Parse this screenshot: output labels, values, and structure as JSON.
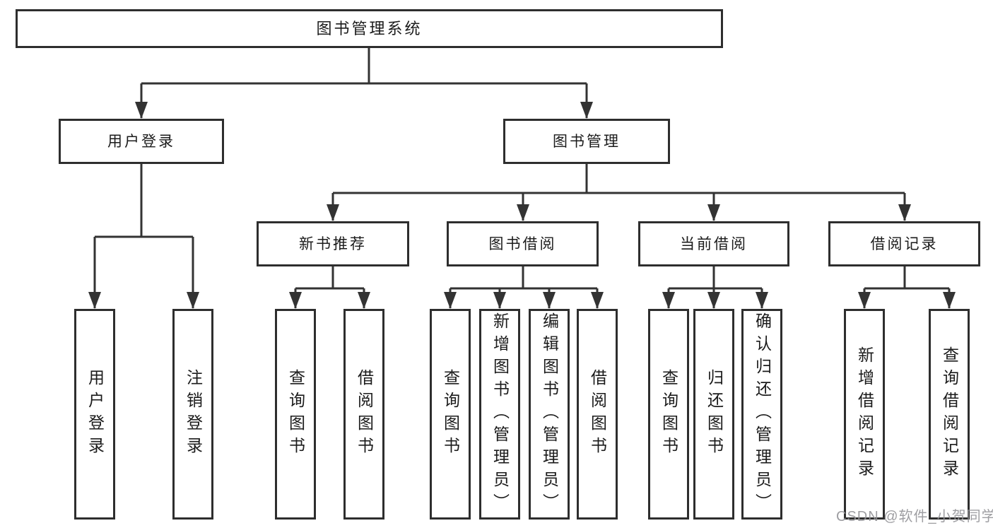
{
  "diagram": {
    "type": "tree",
    "tree": {
      "label": "图书管理系统",
      "children": [
        {
          "label": "用户登录",
          "children": [
            {
              "label": "用户登录"
            },
            {
              "label": "注销登录"
            }
          ]
        },
        {
          "label": "图书管理",
          "children": [
            {
              "label": "新书推荐",
              "children": [
                {
                  "label": "查询图书"
                },
                {
                  "label": "借阅图书"
                }
              ]
            },
            {
              "label": "图书借阅",
              "children": [
                {
                  "label": "查询图书"
                },
                {
                  "label": "新增图书（管理员）"
                },
                {
                  "label": "编辑图书（管理员）"
                },
                {
                  "label": "借阅图书"
                }
              ]
            },
            {
              "label": "当前借阅",
              "children": [
                {
                  "label": "查询图书"
                },
                {
                  "label": "归还图书"
                },
                {
                  "label": "确认归还（管理员）"
                }
              ]
            },
            {
              "label": "借阅记录",
              "children": [
                {
                  "label": "新增借阅记录"
                },
                {
                  "label": "查询借阅记录"
                }
              ]
            }
          ]
        }
      ]
    },
    "colors": {
      "line": "#333333",
      "box_border": "#2e2e2e",
      "text": "#1b1b1b",
      "background": "#ffffff",
      "watermark": "#949498"
    }
  },
  "watermark": {
    "text": "CSDN @软件_小贺同学"
  }
}
